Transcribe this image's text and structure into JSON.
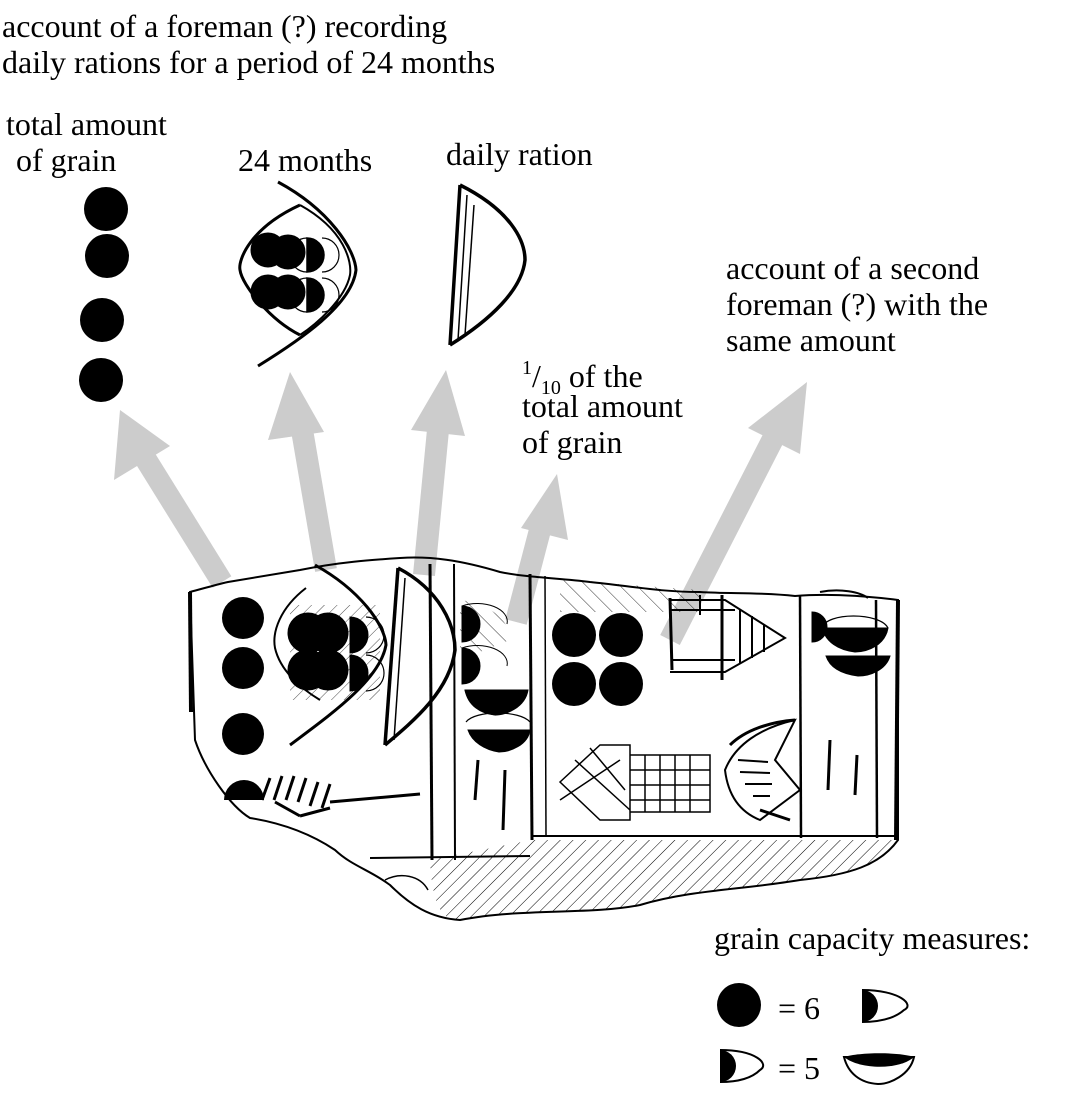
{
  "caption": {
    "line1": "account of a foreman (?) recording",
    "line2": "daily rations for a period of 24 months"
  },
  "labels": {
    "total_grain": {
      "line1": "total amount",
      "line2": "of grain"
    },
    "months": "24 months",
    "daily_ration": "daily ration",
    "fraction": {
      "numerator": "1",
      "slash": "/",
      "denominator": "10",
      "line1_tail": " of the",
      "line2": "total amount",
      "line3": "of grain"
    },
    "second_foreman": {
      "line1": "account of a second",
      "line2": "foreman (?) with the",
      "line3": "same amount"
    }
  },
  "legend": {
    "title": "grain capacity measures:",
    "row1": "= 6",
    "row2": "= 5"
  },
  "colors": {
    "arrow": "#cccccc",
    "ink": "#000000",
    "background": "#ffffff"
  },
  "icons": [
    "circle-measure-icon",
    "half-moon-measure-icon",
    "bowl-measure-icon",
    "month-sign-icon",
    "ration-sign-icon"
  ]
}
